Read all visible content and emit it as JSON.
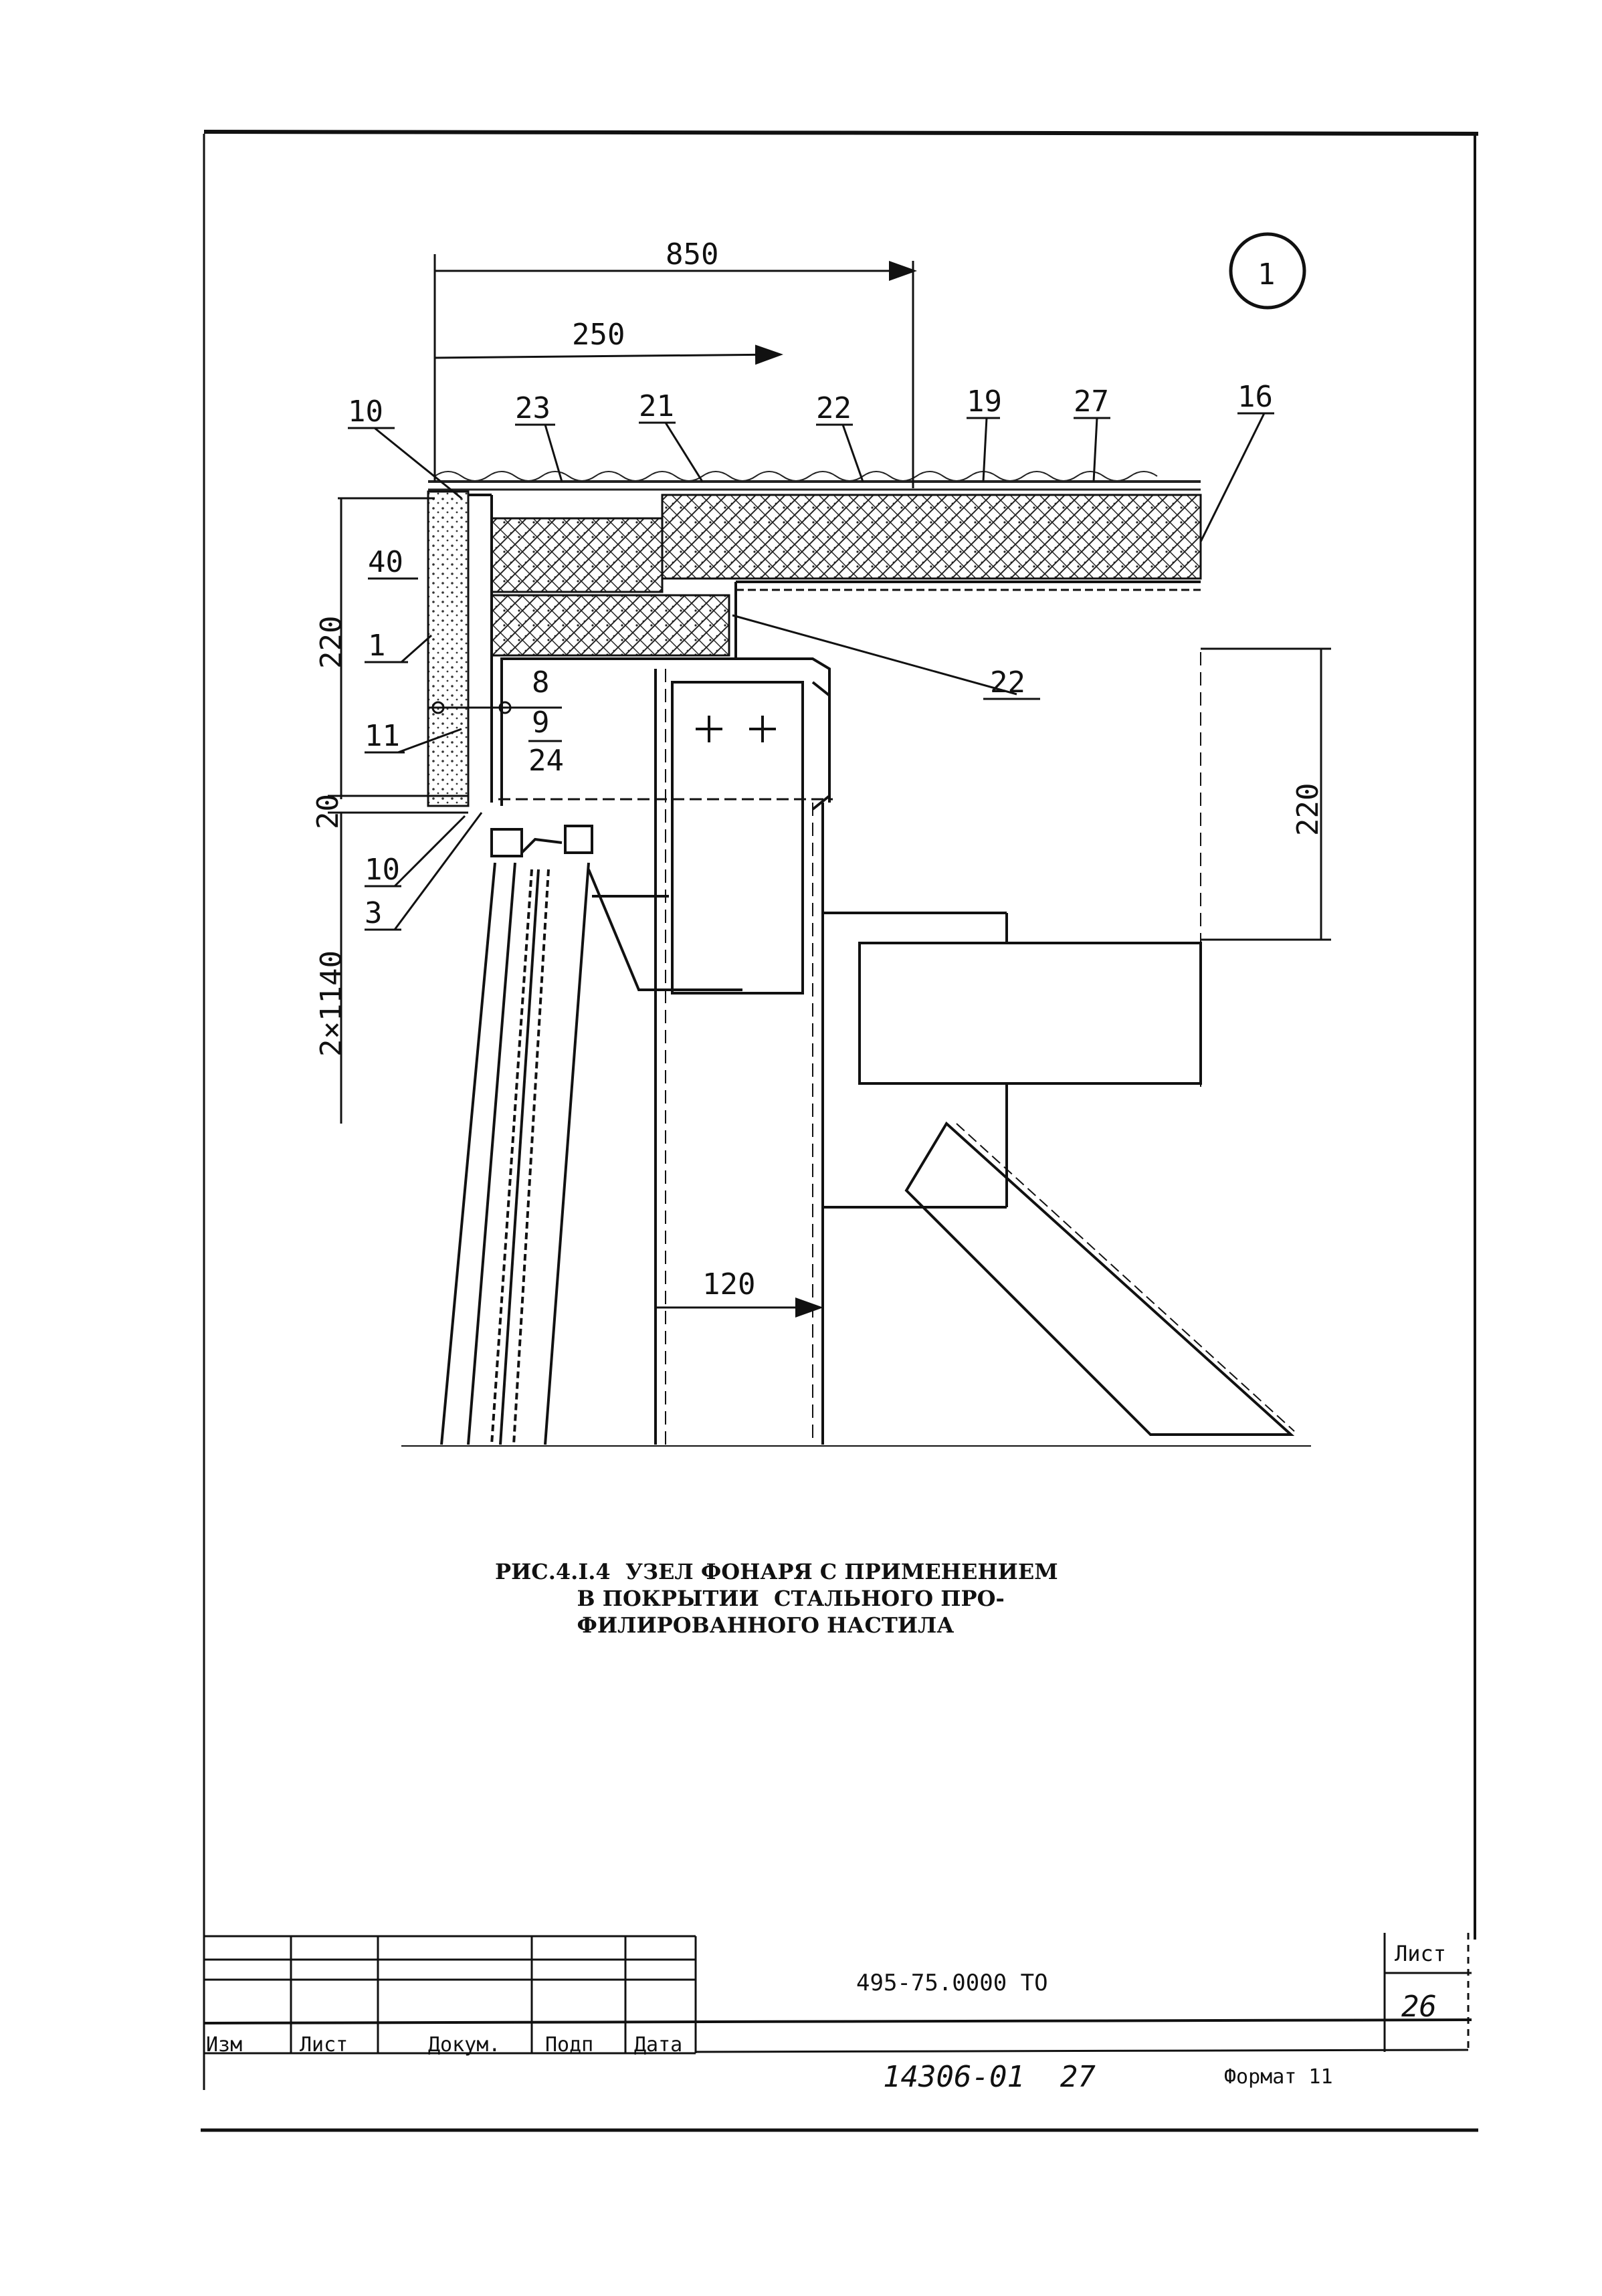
{
  "node_number": "1",
  "dimensions": {
    "d850": "850",
    "d250": "250",
    "d220_left": "220",
    "d20": "20",
    "d2x1140": "2×1140",
    "d220_right": "220",
    "d120": "120"
  },
  "callouts": {
    "c10_top": "10",
    "c23": "23",
    "c21": "21",
    "c22_top": "22",
    "c19": "19",
    "c27": "27",
    "c16": "16",
    "c40": "40",
    "c1": "1",
    "c11": "11",
    "c8": "8",
    "c9": "9",
    "c24": "24",
    "c10_bottom": "10",
    "c3": "3",
    "c22_right": "22"
  },
  "caption": {
    "line1": "РИС.4.I.4  УЗЕЛ ФОНАРЯ С ПРИМЕНЕНИЕМ",
    "line2": "           В ПОКРЫТИИ  СТАЛЬНОГО ПРО-",
    "line3": "           ФИЛИРОВАННОГО НАСТИЛА"
  },
  "title_block": {
    "col_izm": "Изм",
    "col_list": "Лист",
    "col_dokum": "Докум.",
    "col_podp": "Подп",
    "col_data": "Дата",
    "designation": "495-75.0000 ТО",
    "sheet_label": "Лист",
    "sheet_number": "26",
    "inventory_handwritten": "14306-01  27",
    "format_label": "Формат 11"
  },
  "colors": {
    "ink": "#111111",
    "paper": "#ffffff"
  }
}
